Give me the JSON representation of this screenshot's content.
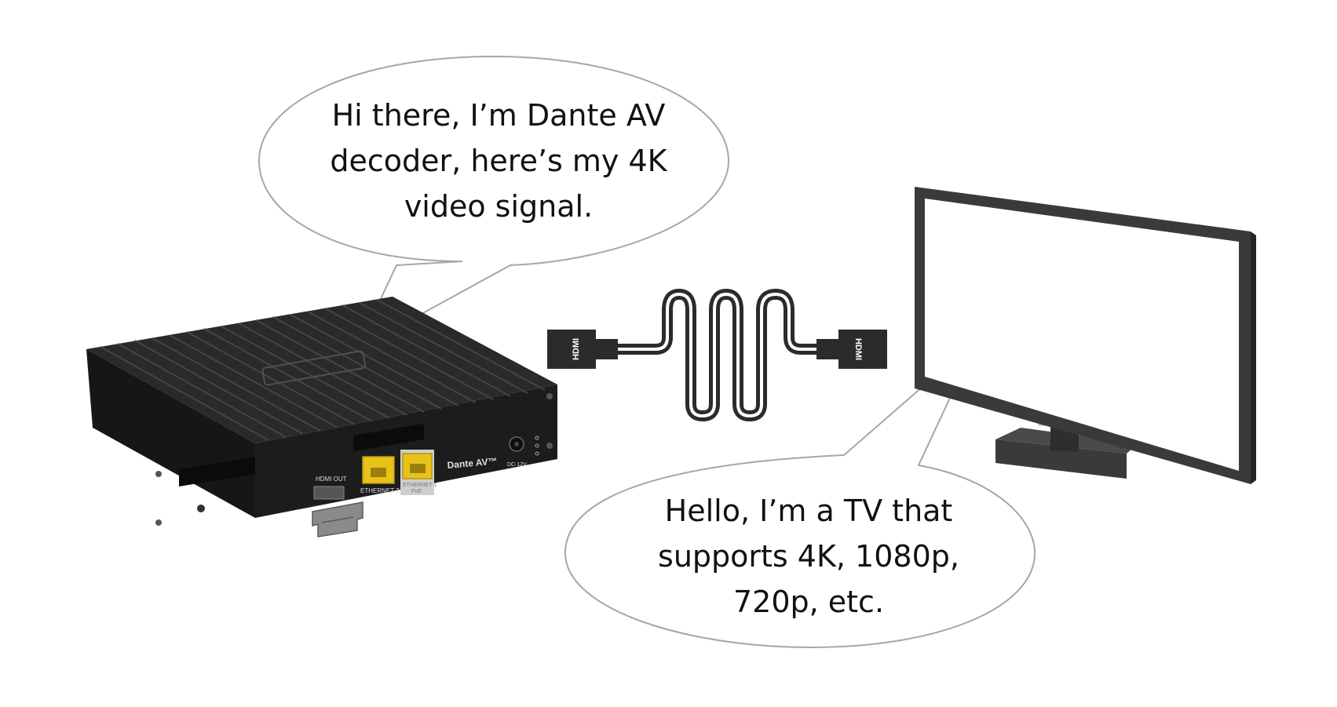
{
  "decoder_bubble": {
    "lines": [
      "Hi there, I’m Dante AV",
      "decoder, here’s my 4K",
      "video signal."
    ]
  },
  "tv_bubble": {
    "lines": [
      "Hello, I’m a TV that",
      "supports 4K, 1080p,",
      "720p, etc."
    ]
  },
  "decoder": {
    "hdmi_out_label": "HDMI OUT",
    "ethernet2_label": "ETHERNET 2",
    "ethernet1_label": "ETHERNET 1",
    "poe_label": "PoE",
    "brand_label": "Dante AV™",
    "power_label": "DC-12V"
  },
  "cable": {
    "left_plug_label": "HDMI",
    "right_plug_label": "HDMI"
  },
  "colors": {
    "bubble_fill": "#ffffff",
    "bubble_stroke": "#a6a6a6",
    "decoder_body": "#1c1c1c",
    "ethernet_port": "#e8c21a",
    "cable": "#2b2b2b",
    "tv_frame": "#3a3a3a"
  }
}
